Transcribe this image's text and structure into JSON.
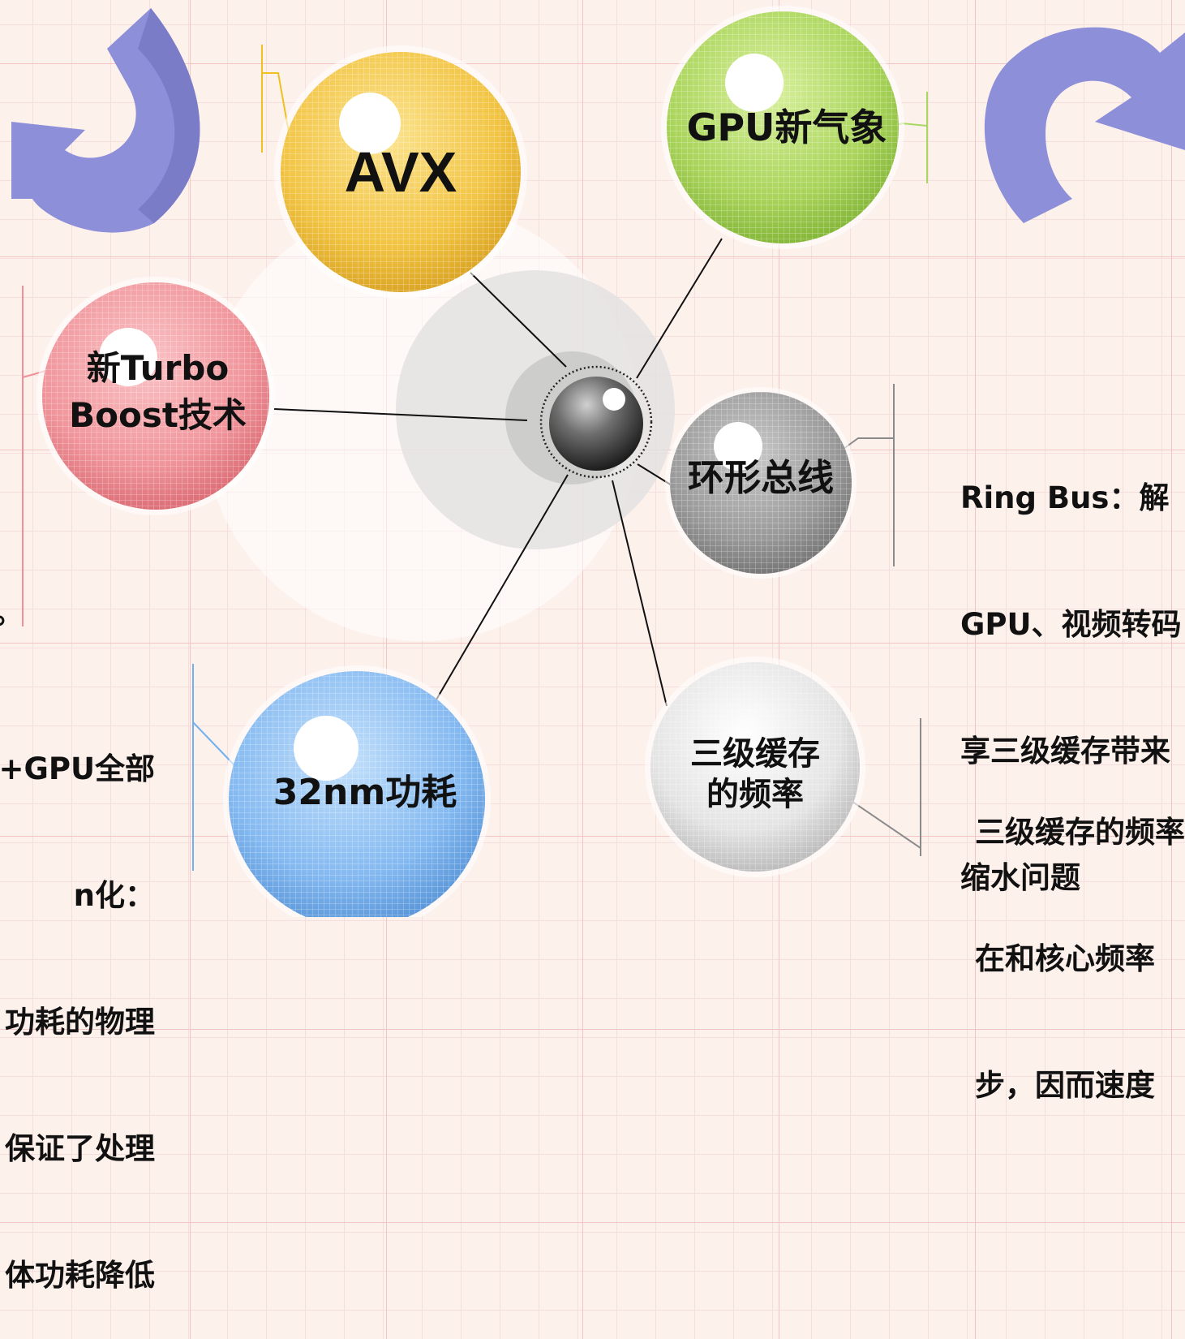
{
  "center": {
    "label": ""
  },
  "nodes": [
    {
      "id": "avx",
      "label": "AVX",
      "color": "#f4c94d"
    },
    {
      "id": "gpu",
      "label": "GPU新气象",
      "color": "#a8d65c"
    },
    {
      "id": "turbo",
      "label_line1": "新Turbo",
      "label_line2": "Boost技术",
      "color": "#ef8f96"
    },
    {
      "id": "ring",
      "label": "环形总线",
      "color": "#9a9a9a"
    },
    {
      "id": "cache",
      "label_line1": "三级缓存",
      "label_line2": "的频率",
      "color": "#e8e8e8"
    },
    {
      "id": "power",
      "label": "32nm功耗",
      "color": "#7fb7f0"
    }
  ],
  "descriptions": {
    "ring": [
      "Ring Bus：解",
      "GPU、视频转码",
      "享三级缓存带来",
      "缩水问题"
    ],
    "cache": [
      "三级缓存的频率",
      "在和核心频率",
      "步，因而速度"
    ],
    "power": [
      "+GPU全部",
      "n化：",
      "功耗的物理",
      "保证了处理",
      "体功耗降低"
    ],
    "left_fragment": "。"
  },
  "colors": {
    "arrow": "#8d8fd9",
    "grid_major": "#f2c4c4",
    "grid_minor": "#f7dede",
    "connector": "#111111"
  }
}
